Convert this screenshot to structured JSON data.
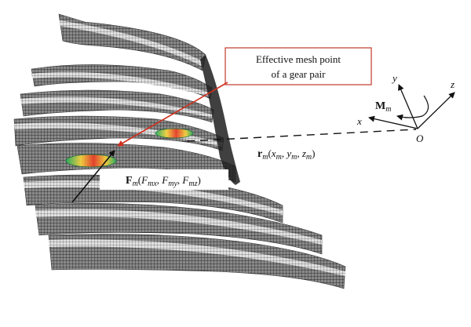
{
  "figure": {
    "callout": {
      "line1": "Effective mesh point",
      "line2": "of a gear pair"
    },
    "force_label": {
      "main": "F",
      "main_sub": "m",
      "open": "(",
      "c1": "F",
      "c1_sub": "mx",
      "sep1": ", ",
      "c2": "F",
      "c2_sub": "my",
      "sep2": ", ",
      "c3": "F",
      "c3_sub": "mz",
      "close": ")"
    },
    "position_label": {
      "main": "r",
      "main_sub": "m",
      "open": "(",
      "c1": "x",
      "c1_sub": "m",
      "sep1": ", ",
      "c2": "y",
      "c2_sub": "m",
      "sep2": ", ",
      "c3": "z",
      "c3_sub": "m",
      "close": ")"
    },
    "moment_label": {
      "main": "M",
      "sub": "m"
    },
    "axes": {
      "x": "x",
      "y": "y",
      "z": "z",
      "origin": "O"
    },
    "colors": {
      "callout_border": "#c0392b",
      "callout_arrow": "#d0301e",
      "mesh": "#555555",
      "contact_hot": "#e8402a",
      "contact_mid": "#f4d03f",
      "contact_cool": "#27ae60"
    },
    "icons": [
      "gear-tooth-mesh",
      "contact-pattern",
      "force-arrow",
      "moment-arc-arrow",
      "coordinate-axes"
    ]
  }
}
